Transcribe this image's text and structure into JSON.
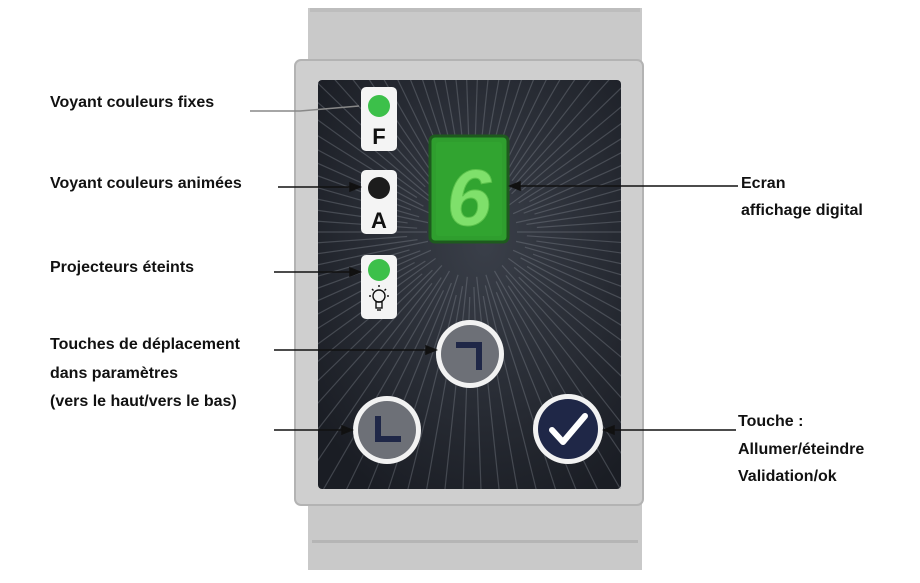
{
  "device": {
    "display_digit": "6",
    "indicators": [
      {
        "name": "fixed-colors",
        "led_color": "#3cc04a",
        "symbol": "F"
      },
      {
        "name": "animated-colors",
        "led_color": "#1c1c1c",
        "symbol": "A"
      },
      {
        "name": "projectors-off",
        "led_color": "#3cc04a",
        "symbol": "lightbulb-icon"
      }
    ],
    "colors": {
      "housing": "#c8c8c8",
      "panel": "#1d2129",
      "display_background": "#2f9e2e",
      "display_digit": "#7fe06b",
      "button_gray": "#6d7077",
      "ok_button": "#1f2747"
    }
  },
  "labels": {
    "fixed_colors": "Voyant couleurs fixes",
    "animated_colors": "Voyant couleurs animées",
    "projectors_off": "Projecteurs éteints",
    "navigation": [
      "Touches de déplacement",
      "dans paramètres",
      "(vers le haut/vers le bas)"
    ],
    "screen": [
      "Ecran",
      "affichage digital"
    ],
    "power_button": [
      "Touche :",
      "Allumer/éteindre",
      "Validation/ok"
    ]
  }
}
